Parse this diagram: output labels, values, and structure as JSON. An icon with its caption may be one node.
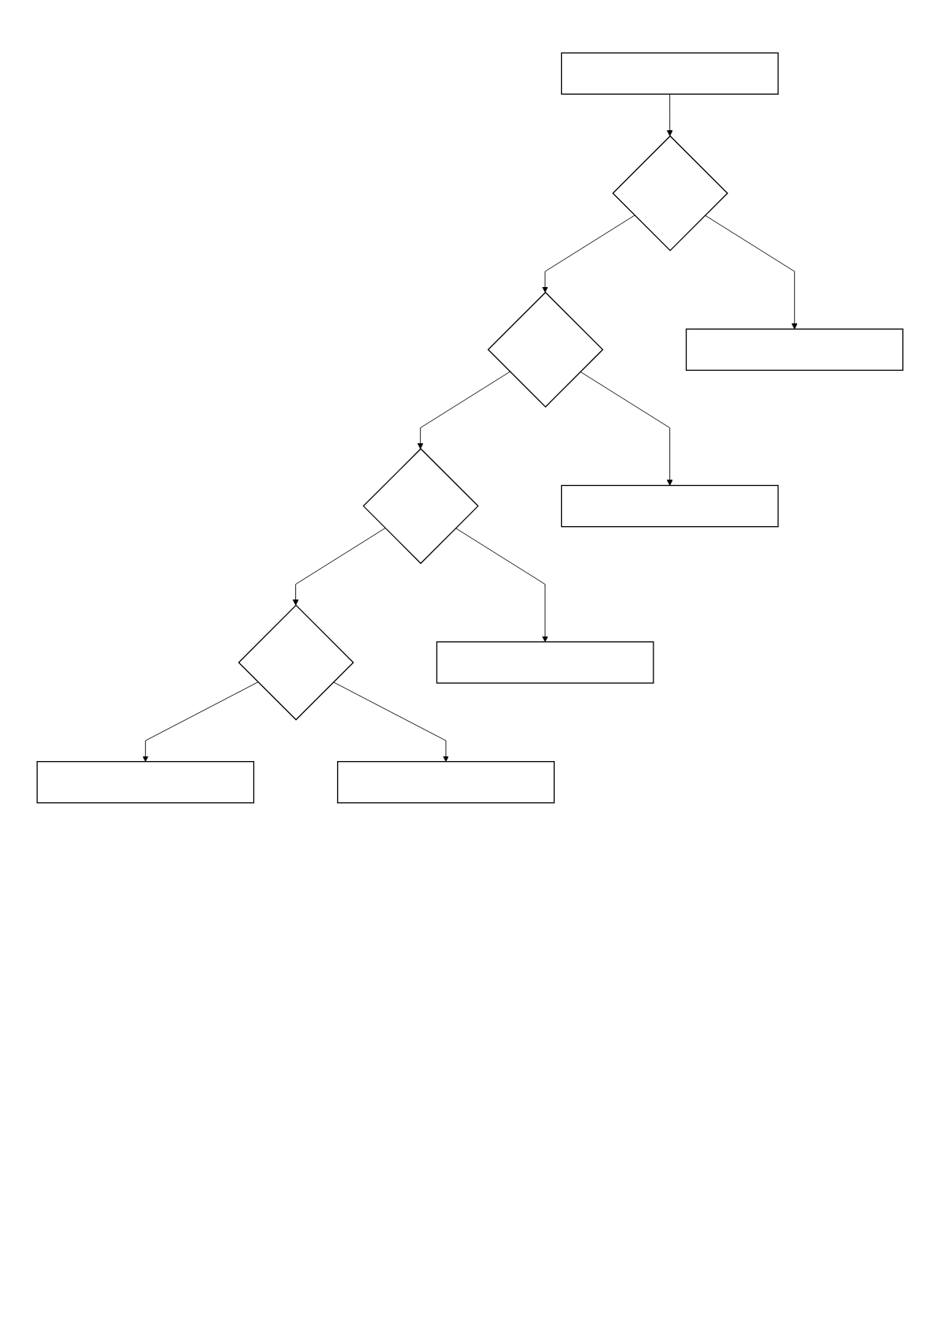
{
  "diagram": {
    "nodes": [
      {
        "text": [],
        "shape": "box"
      },
      {
        "text": [],
        "shape": "diamond"
      },
      {
        "text": [],
        "shape": "box"
      },
      {
        "text": [],
        "shape": "diamond"
      },
      {
        "text": [],
        "shape": "box"
      },
      {
        "text": [],
        "shape": "diamond"
      },
      {
        "text": [],
        "shape": "box"
      },
      {
        "text": [],
        "shape": "diamond"
      },
      {
        "text": [],
        "shape": "box"
      },
      {
        "text": [],
        "shape": "box"
      }
    ],
    "edges": [
      {
        "from": 0,
        "to": 1,
        "arrow": "to"
      },
      {
        "from": 1,
        "to": 3,
        "arrow": "to"
      },
      {
        "from": 3,
        "to": 5,
        "arrow": "to"
      },
      {
        "from": 5,
        "to": 7,
        "arrow": "to"
      },
      {
        "from": 7,
        "to": 9,
        "arrow": "to"
      },
      {
        "from": 1,
        "to": 2,
        "arrow": "to"
      },
      {
        "from": 3,
        "to": 4,
        "arrow": "to"
      },
      {
        "from": 5,
        "to": 6,
        "arrow": "to"
      },
      {
        "from": 7,
        "to": 8,
        "arrow": "to"
      }
    ]
  }
}
